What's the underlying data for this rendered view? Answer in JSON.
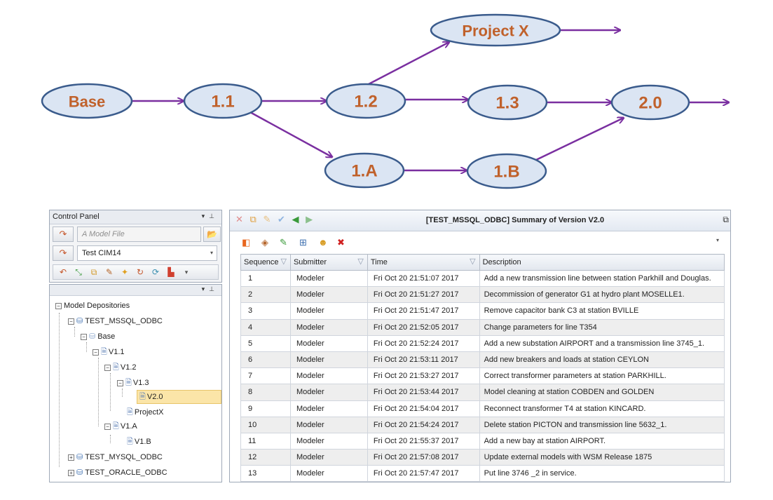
{
  "diagram": {
    "nodes": [
      {
        "id": "base",
        "label": "Base"
      },
      {
        "id": "v11",
        "label": "1.1"
      },
      {
        "id": "v12",
        "label": "1.2"
      },
      {
        "id": "projx",
        "label": "Project X"
      },
      {
        "id": "v13",
        "label": "1.3"
      },
      {
        "id": "v20",
        "label": "2.0"
      },
      {
        "id": "v1a",
        "label": "1.A"
      },
      {
        "id": "v1b",
        "label": "1.B"
      }
    ],
    "colors": {
      "node_fill": "#dbe5f3",
      "node_stroke": "#3a5b8c",
      "label": "#c0612b",
      "arrow": "#7a2fa0"
    }
  },
  "control_panel": {
    "title": "Control Panel",
    "model_file_placeholder": "A Model File",
    "selected_model": "Test CIM14"
  },
  "tree": {
    "root": "Model Depositories",
    "items": [
      "TEST_MSSQL_ODBC",
      "Base",
      "V1.1",
      "V1.2",
      "V1.3",
      "V2.0",
      "ProjectX",
      "V1.A",
      "V1.B",
      "TEST_MYSQL_ODBC",
      "TEST_ORACLE_ODBC"
    ]
  },
  "document": {
    "title": "[TEST_MSSQL_ODBC] Summary of Version V2.0",
    "columns": [
      "Sequence",
      "Submitter",
      "Time",
      "Description"
    ],
    "rows": [
      [
        "1",
        "Modeler",
        "Fri Oct 20 21:51:07 2017",
        "Add a new transmission line between station Parkhill and Douglas."
      ],
      [
        "2",
        "Modeler",
        "Fri Oct 20 21:51:27 2017",
        "Decommission of generator G1 at hydro plant MOSELLE1."
      ],
      [
        "3",
        "Modeler",
        "Fri Oct 20 21:51:47 2017",
        "Remove capacitor bank C3 at station BVILLE"
      ],
      [
        "4",
        "Modeler",
        "Fri Oct 20 21:52:05 2017",
        "Change parameters for line T354"
      ],
      [
        "5",
        "Modeler",
        "Fri Oct 20 21:52:24 2017",
        "Add a new substation AIRPORT and a transmission line 3745_1."
      ],
      [
        "6",
        "Modeler",
        "Fri Oct 20 21:53:11 2017",
        "Add new breakers and loads at station CEYLON"
      ],
      [
        "7",
        "Modeler",
        "Fri Oct 20 21:53:27 2017",
        "Correct transformer parameters at station PARKHILL."
      ],
      [
        "8",
        "Modeler",
        "Fri Oct 20 21:53:44 2017",
        "Model cleaning at station COBDEN and GOLDEN"
      ],
      [
        "9",
        "Modeler",
        "Fri Oct 20 21:54:04 2017",
        "Reconnect transformer T4 at station KINCARD."
      ],
      [
        "10",
        "Modeler",
        "Fri Oct 20 21:54:24 2017",
        "Delete station PICTON and transmission line 5632_1."
      ],
      [
        "11",
        "Modeler",
        "Fri Oct 20 21:55:37 2017",
        "Add a new bay at station AIRPORT."
      ],
      [
        "12",
        "Modeler",
        "Fri Oct 20 21:57:08 2017",
        "Update external models with WSM Release 1875"
      ],
      [
        "13",
        "Modeler",
        "Fri Oct 20 21:57:47 2017",
        "Put line 3746 _2 in service."
      ]
    ]
  }
}
